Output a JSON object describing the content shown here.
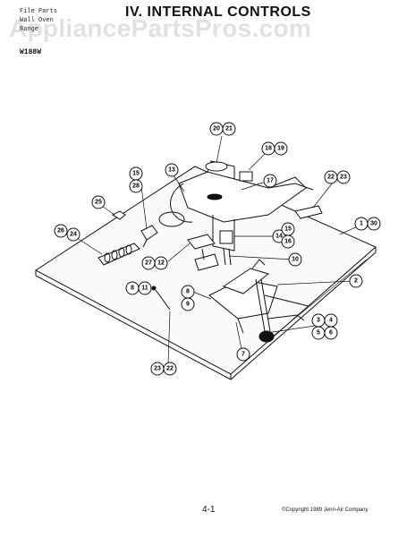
{
  "header": {
    "left_lines": [
      "File Parts",
      "Wall Oven",
      "Range"
    ],
    "title": "IV. INTERNAL CONTROLS",
    "model": "W188W",
    "watermark": "AppliancePartsPros.com"
  },
  "callouts": [
    {
      "id": "c20",
      "label": "20"
    },
    {
      "id": "c21",
      "label": "21"
    },
    {
      "id": "c18",
      "label": "18"
    },
    {
      "id": "c19",
      "label": "19"
    },
    {
      "id": "c13",
      "label": "13"
    },
    {
      "id": "c17",
      "label": "17"
    },
    {
      "id": "c15a",
      "label": "15"
    },
    {
      "id": "c28",
      "label": "28"
    },
    {
      "id": "c22",
      "label": "22"
    },
    {
      "id": "c23",
      "label": "23"
    },
    {
      "id": "c25",
      "label": "25"
    },
    {
      "id": "c1",
      "label": "1"
    },
    {
      "id": "c30",
      "label": "30"
    },
    {
      "id": "c26",
      "label": "26"
    },
    {
      "id": "c24",
      "label": "24"
    },
    {
      "id": "c14",
      "label": "14"
    },
    {
      "id": "c15b",
      "label": "15"
    },
    {
      "id": "c16",
      "label": "16"
    },
    {
      "id": "c27",
      "label": "27"
    },
    {
      "id": "c12",
      "label": "12"
    },
    {
      "id": "c10",
      "label": "10"
    },
    {
      "id": "c2",
      "label": "2"
    },
    {
      "id": "c8a",
      "label": "8"
    },
    {
      "id": "c11",
      "label": "11"
    },
    {
      "id": "c8b",
      "label": "8"
    },
    {
      "id": "c9",
      "label": "9"
    },
    {
      "id": "c3",
      "label": "3"
    },
    {
      "id": "c4",
      "label": "4"
    },
    {
      "id": "c5",
      "label": "5"
    },
    {
      "id": "c6",
      "label": "6"
    },
    {
      "id": "c7",
      "label": "7"
    },
    {
      "id": "c23b",
      "label": "23"
    },
    {
      "id": "c22b",
      "label": "22"
    }
  ],
  "footer": {
    "page": "4-1",
    "copyright": "©Copyright 1989 Jenn-Air Company"
  }
}
